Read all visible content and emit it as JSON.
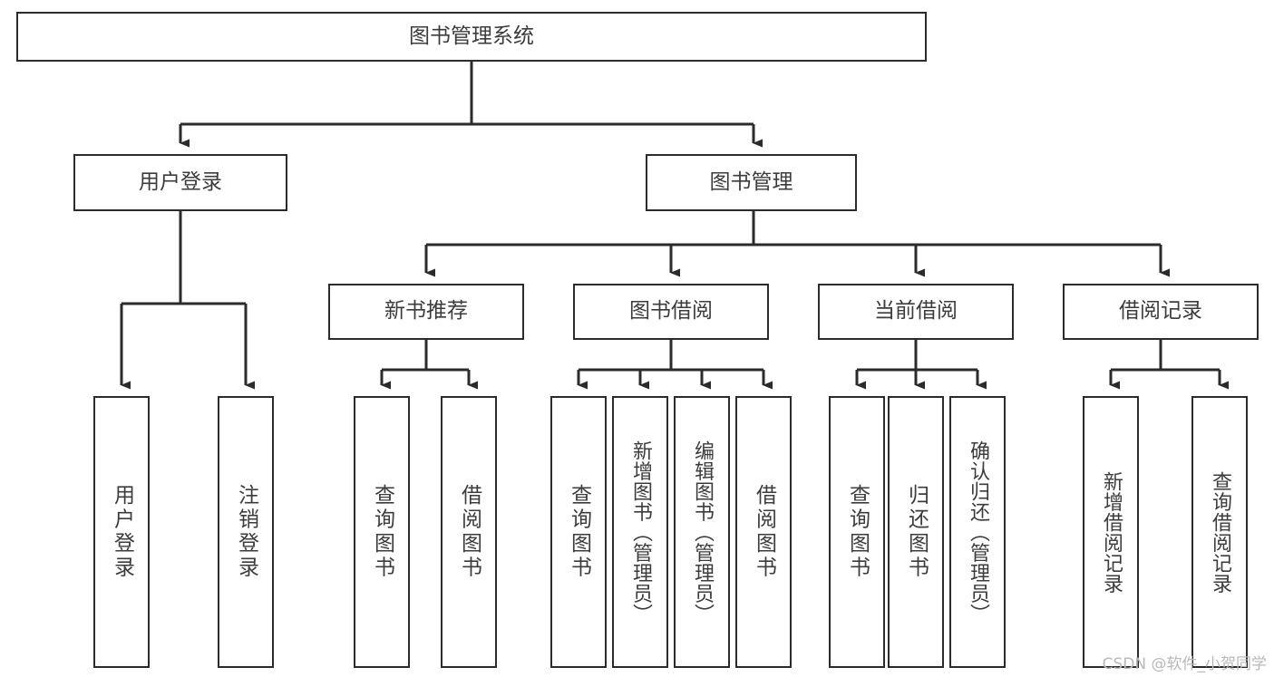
{
  "diagram": {
    "title": "图书管理系统",
    "type": "hierarchy-tree",
    "root": {
      "label": "图书管理系统"
    },
    "level2": [
      {
        "label": "用户登录"
      },
      {
        "label": "图书管理"
      }
    ],
    "level3": [
      {
        "label": "新书推荐"
      },
      {
        "label": "图书借阅"
      },
      {
        "label": "当前借阅"
      },
      {
        "label": "借阅记录"
      }
    ],
    "leaves": {
      "user_login": [
        {
          "label": "用户登录"
        },
        {
          "label": "注销登录"
        }
      ],
      "new_book_recommend": [
        {
          "label": "查询图书"
        },
        {
          "label": "借阅图书"
        }
      ],
      "book_borrow": [
        {
          "label": "查询图书"
        },
        {
          "label": "新增图书（管理员）"
        },
        {
          "label": "编辑图书（管理员）"
        },
        {
          "label": "借阅图书"
        }
      ],
      "current_borrow": [
        {
          "label": "查询图书"
        },
        {
          "label": "归还图书"
        },
        {
          "label": "确认归还（管理员）"
        }
      ],
      "borrow_record": [
        {
          "label": "新增借阅记录"
        },
        {
          "label": "查询借阅记录"
        }
      ]
    }
  },
  "watermark": {
    "text": "CSDN @软件_小贺同学"
  },
  "colors": {
    "stroke": "#2b2b2b",
    "text": "#3c3c3c",
    "background": "#ffffff",
    "watermark": "#b9b9b9"
  }
}
